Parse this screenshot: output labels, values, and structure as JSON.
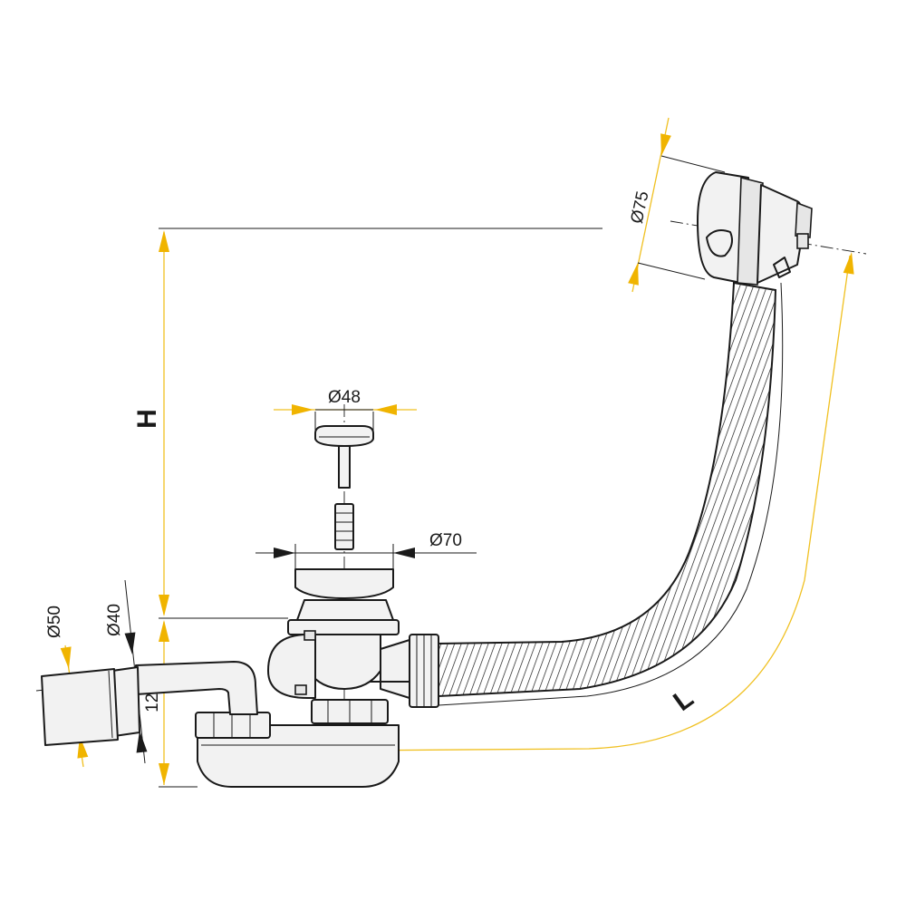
{
  "diagram": {
    "colors": {
      "line": "#1a1a1a",
      "dimension": "#f0c020",
      "arrow": "#f0b400",
      "background": "#ffffff"
    },
    "labels": {
      "overflow_diameter": "Ø75",
      "plug_diameter": "Ø48",
      "waste_diameter": "Ø70",
      "outlet_outer_diameter": "Ø50",
      "outlet_inner_diameter": "Ø40",
      "trap_height": "120",
      "height": "H",
      "length": "L"
    }
  }
}
